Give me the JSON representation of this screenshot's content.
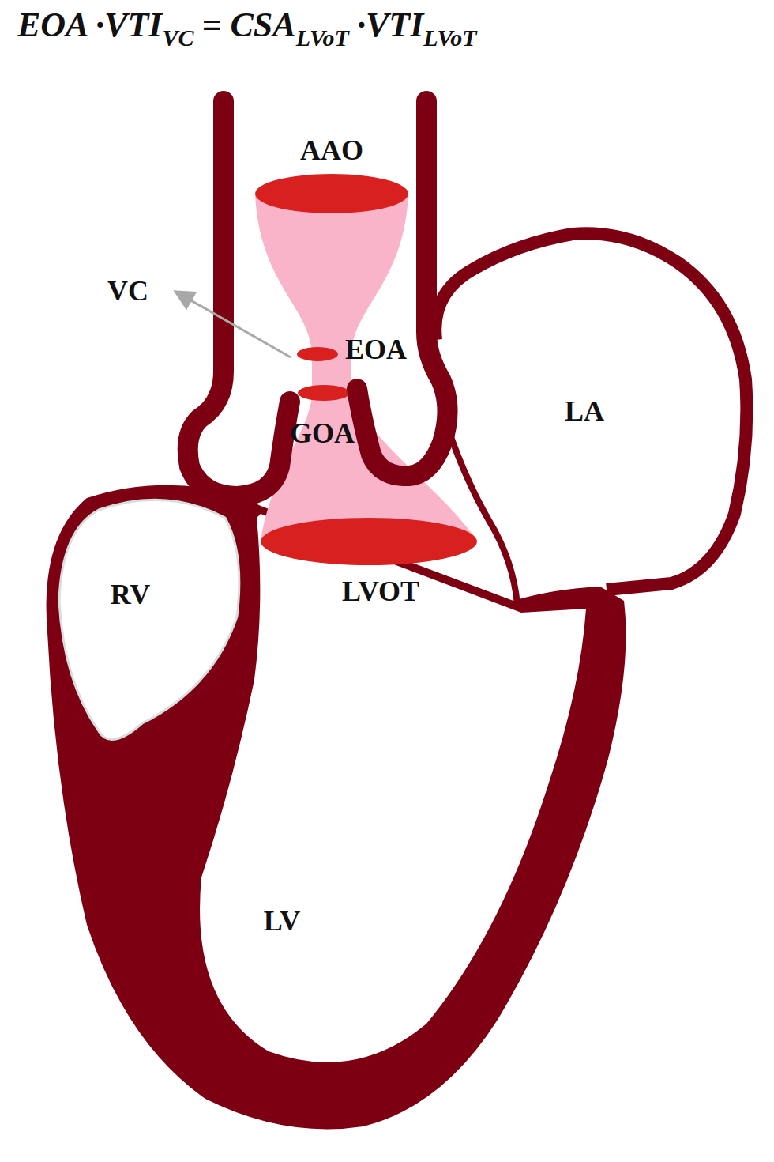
{
  "diagram": {
    "labels": [
      "EOA ·VTI",
      "VC",
      "= CSA",
      "LVoT",
      "·VTI",
      "LVoT",
      "AAO",
      "VC",
      "EOA",
      "GOA",
      "LA",
      "RV",
      "LVOT",
      "LV"
    ]
  }
}
